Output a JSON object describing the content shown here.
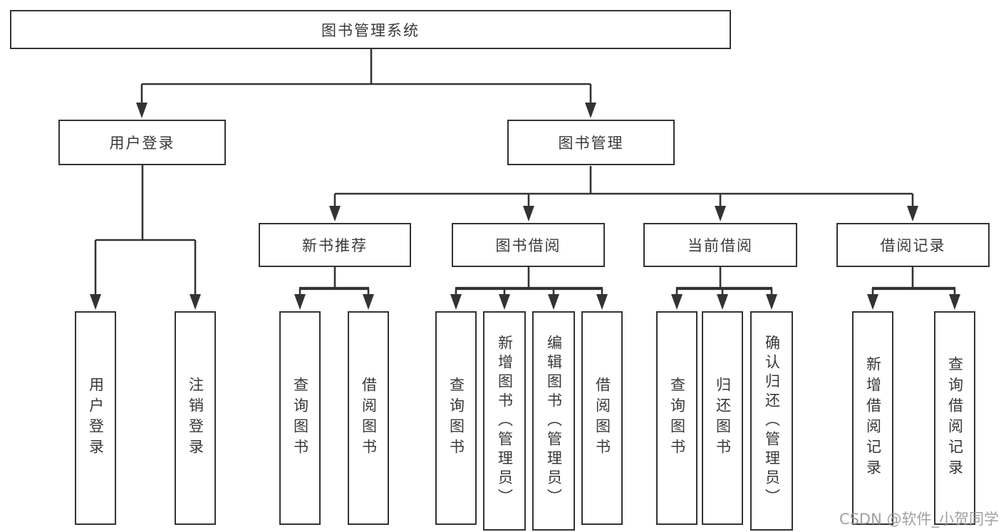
{
  "diagram": {
    "root": {
      "label": "图书管理系统"
    },
    "branches": [
      {
        "label": "用户登录"
      },
      {
        "label": "图书管理"
      }
    ],
    "sections": [
      {
        "label": "新书推荐"
      },
      {
        "label": "图书借阅"
      },
      {
        "label": "当前借阅"
      },
      {
        "label": "借阅记录"
      }
    ],
    "leaves": [
      {
        "label": "用户登录"
      },
      {
        "label": "注销登录"
      },
      {
        "label": "查询图书"
      },
      {
        "label": "借阅图书"
      },
      {
        "label": "查询图书"
      },
      {
        "label": "新增图书（管理员）"
      },
      {
        "label": "编辑图书（管理员）"
      },
      {
        "label": "借阅图书"
      },
      {
        "label": "查询图书"
      },
      {
        "label": "归还图书"
      },
      {
        "label": "确认归还（管理员）"
      },
      {
        "label": "新增借阅记录"
      },
      {
        "label": "查询借阅记录"
      }
    ]
  },
  "watermark": {
    "text": "CSDN @软件_小贺同学"
  },
  "colors": {
    "line": "#333333",
    "border": "#333333",
    "text": "#383838",
    "watermark": "#969696",
    "background": "#ffffff"
  }
}
